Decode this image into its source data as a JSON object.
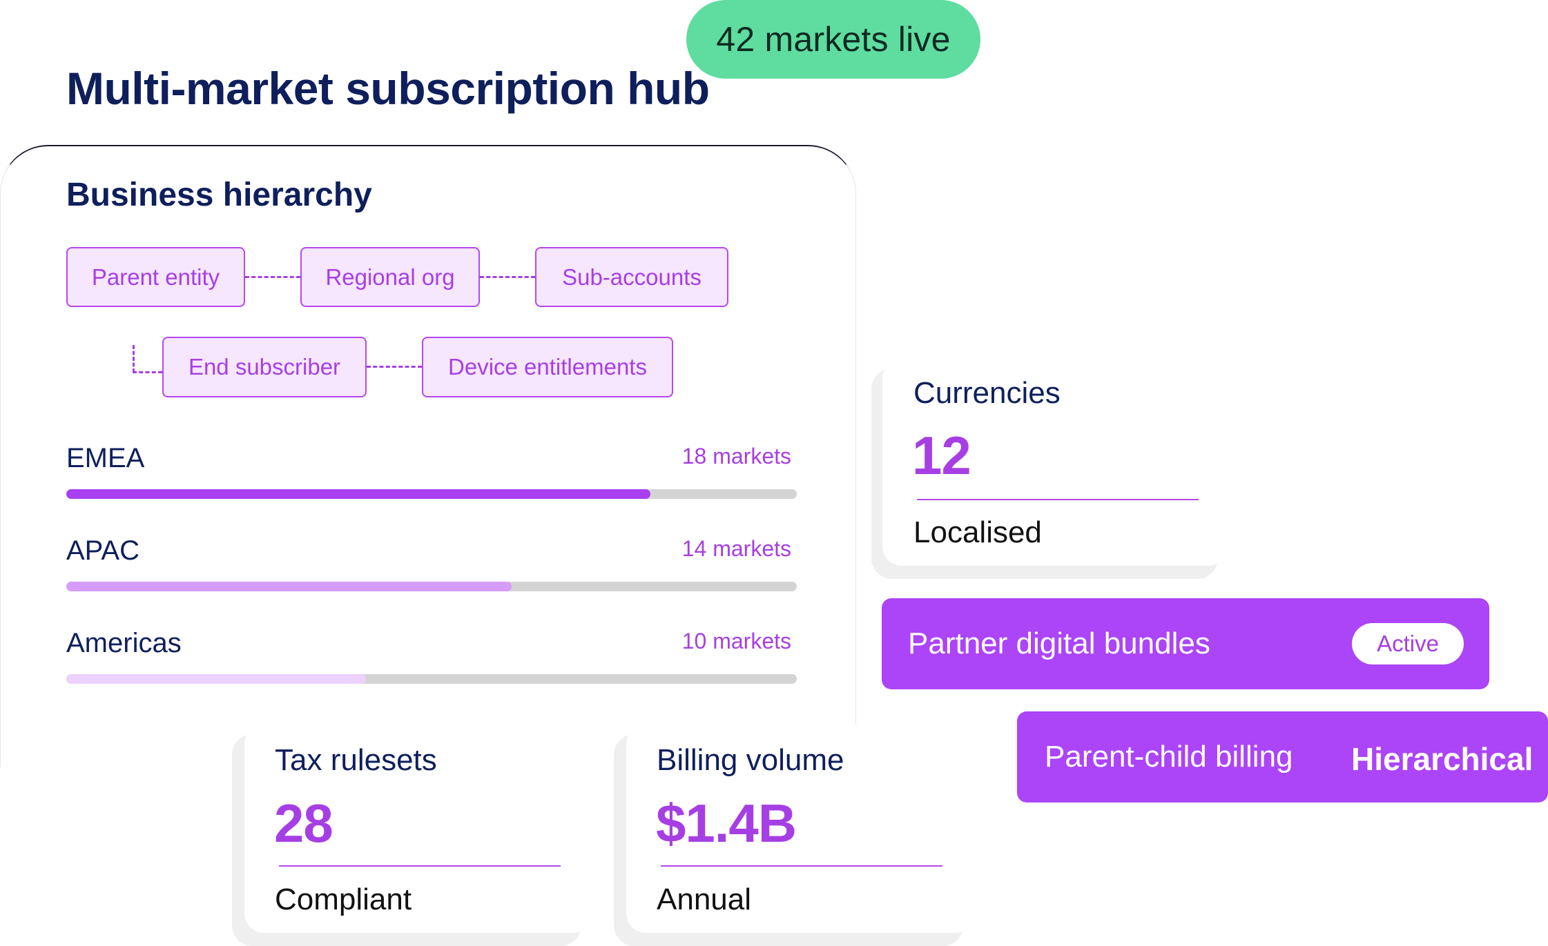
{
  "header": {
    "status_pill": "42 markets live",
    "title": "Multi-market subscription hub"
  },
  "hierarchy": {
    "title": "Business hierarchy",
    "nodes": [
      "Parent entity",
      "Regional org",
      "Sub-accounts",
      "End subscriber",
      "Device entitlements"
    ]
  },
  "regions": [
    {
      "label": "EMEA",
      "count": "18 markets",
      "fill": 0.8,
      "color": "#a83ff0"
    },
    {
      "label": "APAC",
      "count": "14 markets",
      "fill": 0.61,
      "color": "#d59cfa"
    },
    {
      "label": "Americas",
      "count": "10 markets",
      "fill": 0.41,
      "color": "#ecd2fd"
    }
  ],
  "stats": {
    "currencies": {
      "label": "Currencies",
      "value": "12",
      "sub": "Localised"
    },
    "tax": {
      "label": "Tax rulesets",
      "value": "28",
      "sub": "Compliant"
    },
    "billing": {
      "label": "Billing volume",
      "value": "$1.4B",
      "sub": "Annual"
    }
  },
  "banners": {
    "bundles": {
      "label": "Partner digital bundles",
      "status": "Active"
    },
    "billing_model": {
      "label": "Parent-child billing",
      "value": "Hierarchical"
    }
  },
  "colors": {
    "accent": "#ac44f7",
    "success": "#5fdc9f",
    "navy": "#0f1f5c"
  }
}
